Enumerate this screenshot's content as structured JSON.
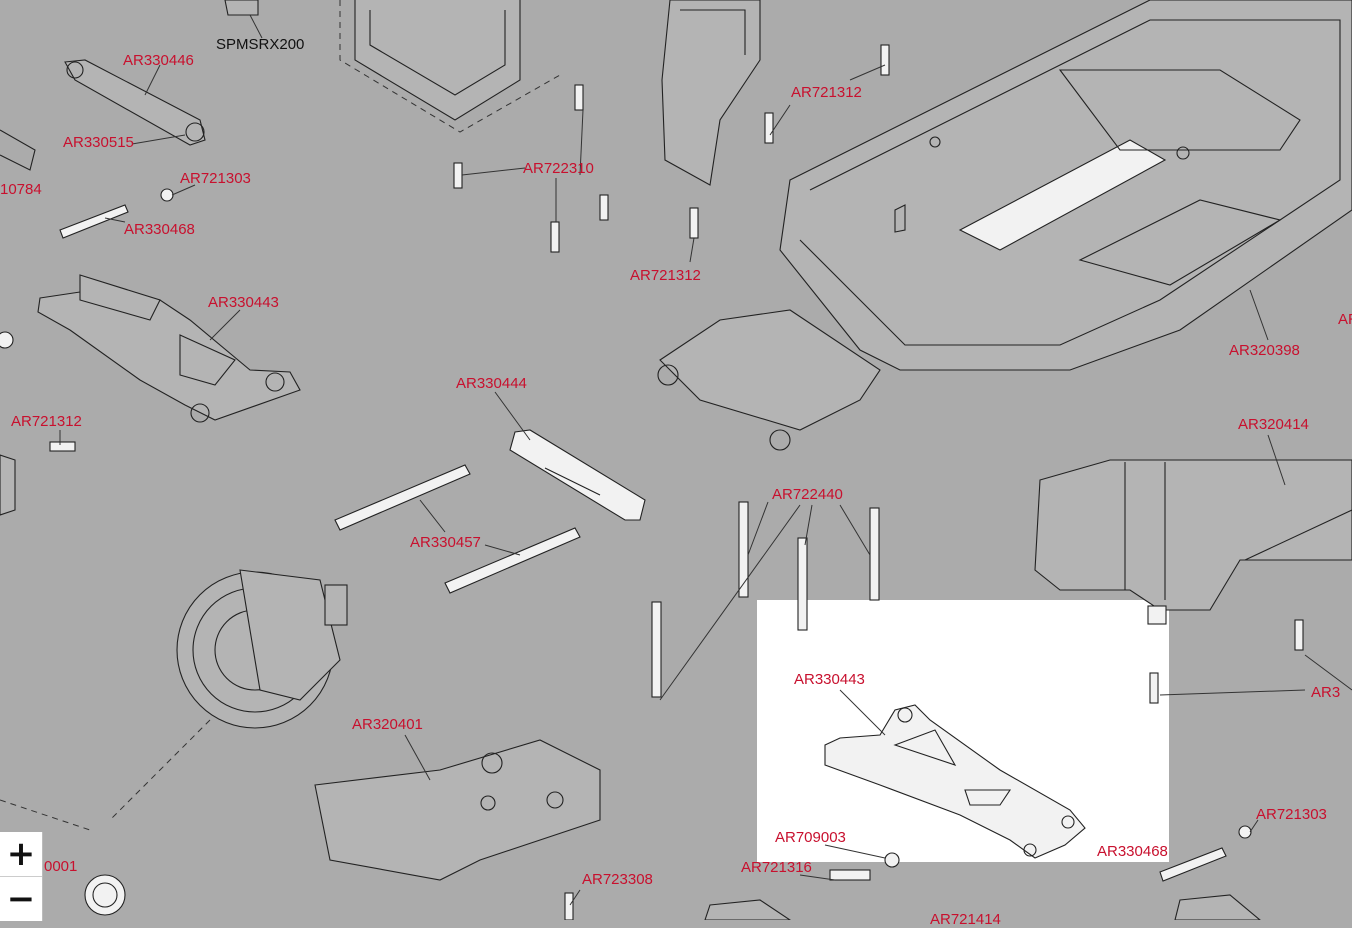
{
  "diagram": {
    "part_labels": [
      "SPMSRX200",
      "AR330446",
      "AR330515",
      "10784",
      "AR721303",
      "AR330468",
      "AR722310",
      "AR721312",
      "AR721312",
      "AR330443",
      "AR721312",
      "AR330444",
      "AR330457",
      "AR722440",
      "AR320398",
      "AR320414",
      "AR320401",
      "AR330443",
      "AR709003",
      "AR721316",
      "AR330468",
      "AR721303",
      "AR723308",
      "0001",
      "AR721414",
      "AR3"
    ],
    "highlight": {
      "label": "AR330443"
    }
  },
  "controls": {
    "zoom_in": "+",
    "zoom_out": "−"
  }
}
